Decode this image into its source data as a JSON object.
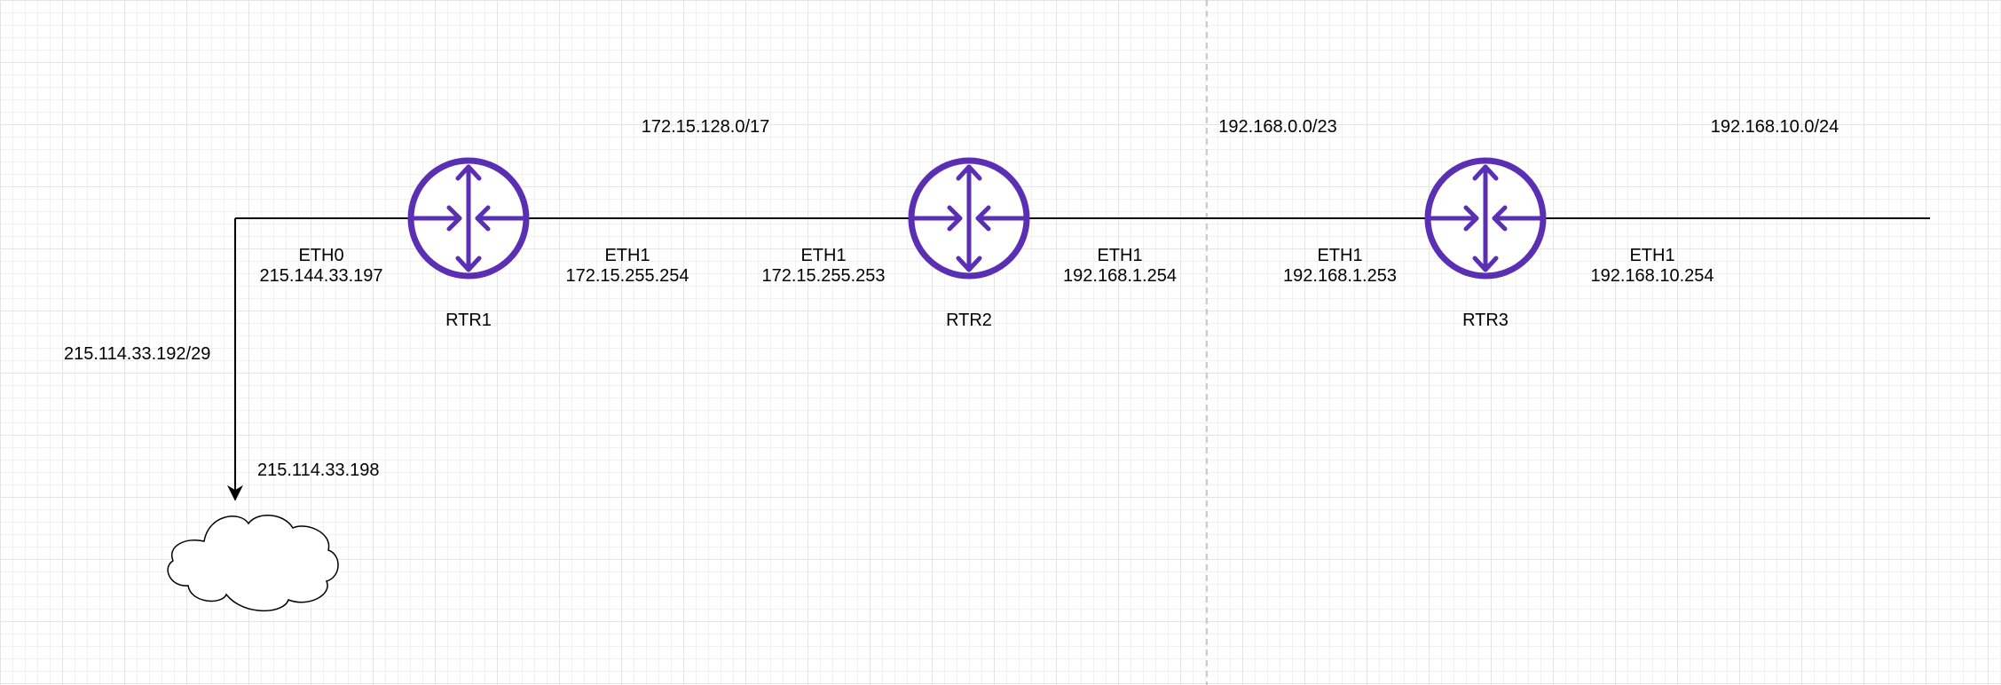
{
  "colors": {
    "router": "#5a2fb4",
    "line": "#000000",
    "grid": "#e4e4e4",
    "divider": "#bbbbbb"
  },
  "networks": {
    "wan": "215.114.33.192/29",
    "net1": "172.15.128.0/17",
    "net2": "192.168.0.0/23",
    "net3": "192.168.10.0/24"
  },
  "routers": [
    {
      "name": "RTR1",
      "icon": "router-icon"
    },
    {
      "name": "RTR2",
      "icon": "router-icon"
    },
    {
      "name": "RTR3",
      "icon": "router-icon"
    }
  ],
  "interfaces": {
    "rtr1_eth0": {
      "name": "ETH0",
      "ip": "215.144.33.197"
    },
    "rtr1_eth1": {
      "name": "ETH1",
      "ip": "172.15.255.254"
    },
    "rtr2_eth1a": {
      "name": "ETH1",
      "ip": "172.15.255.253"
    },
    "rtr2_eth1b": {
      "name": "ETH1",
      "ip": "192.168.1.254"
    },
    "rtr3_eth1a": {
      "name": "ETH1",
      "ip": "192.168.1.253"
    },
    "rtr3_eth1b": {
      "name": "ETH1",
      "ip": "192.168.10.254"
    }
  },
  "cloud": {
    "ip": "215.114.33.198",
    "icon": "cloud-icon"
  }
}
